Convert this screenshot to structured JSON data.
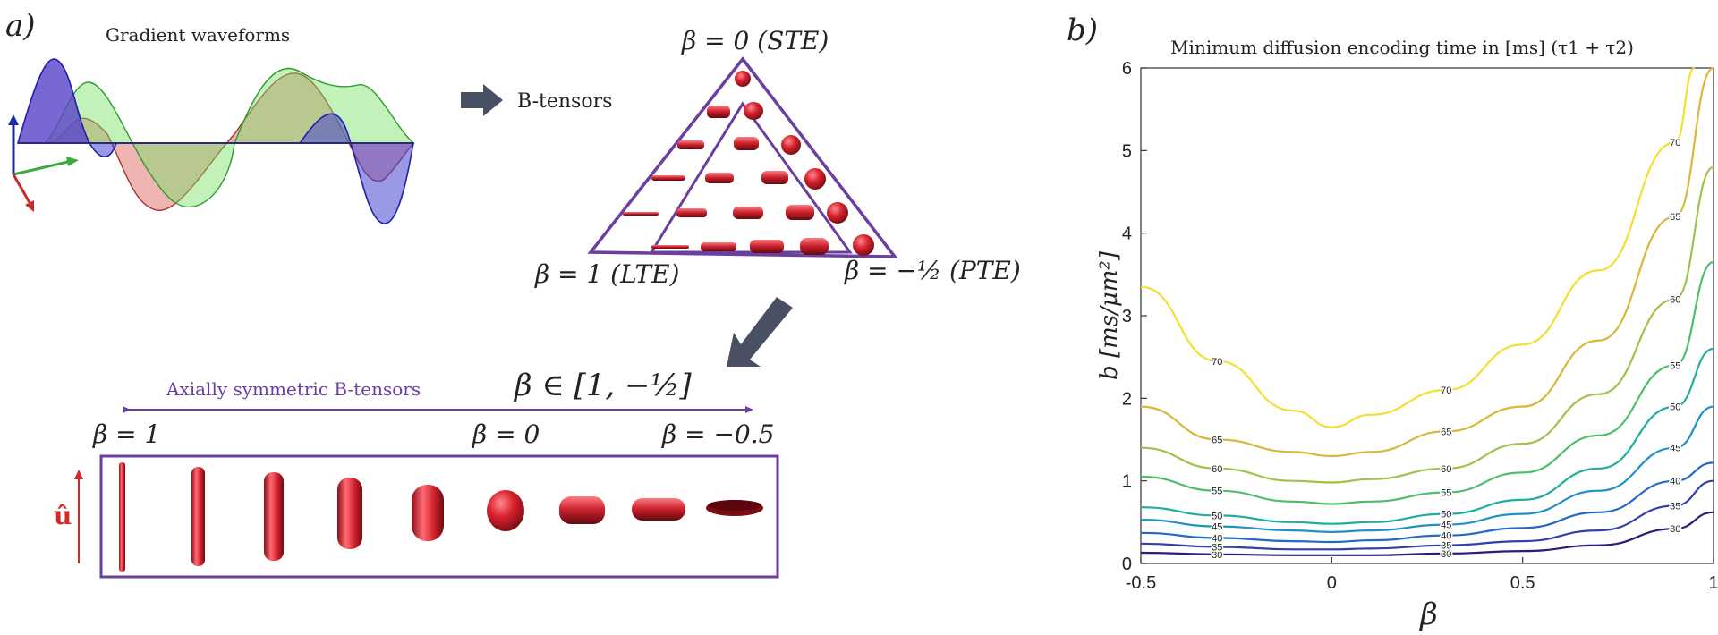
{
  "panel_a": {
    "label": "a)",
    "waveforms_title": "Gradient waveforms",
    "arrow_text": "B-tensors",
    "triangle": {
      "top_label": "β = 0 (STE)",
      "left_label": "β = 1 (LTE)",
      "right_label": "β = −½ (PTE)"
    },
    "axisym": {
      "title": "Axially symmetric B-tensors",
      "range_label": "β ∈ [1, −½]",
      "left_label": "β = 1",
      "mid_label": "β = 0",
      "right_label": "β = −0.5",
      "axis_label": "û"
    },
    "colors": {
      "wave_blue": "#3f3fd0",
      "wave_red": "#c24a45",
      "wave_green": "#3fae3f",
      "tensor_red": "#c8202a",
      "frame_purple": "#6b3fa0",
      "arrow_gray": "#4a5063"
    }
  },
  "panel_b": {
    "label": "b)",
    "chart_data": {
      "type": "contour",
      "title": "Minimum diffusion encoding time in [ms] (τ1 + τ2)",
      "xlabel": "β",
      "ylabel": "b [ms/μm²]",
      "xlim": [
        -0.5,
        1
      ],
      "ylim": [
        0,
        6
      ],
      "xticks": [
        "-0.5",
        "0",
        "0.5",
        "1"
      ],
      "yticks": [
        "0",
        "1",
        "2",
        "3",
        "4",
        "5",
        "6"
      ],
      "grid": false,
      "series": [
        {
          "name": "30",
          "color": "#2b1b7a",
          "x": [
            -0.5,
            -0.3,
            -0.1,
            0,
            0.1,
            0.3,
            0.5,
            0.7,
            0.9,
            1.0
          ],
          "y": [
            0.13,
            0.11,
            0.1,
            0.1,
            0.1,
            0.12,
            0.15,
            0.22,
            0.42,
            0.62
          ]
        },
        {
          "name": "35",
          "color": "#3040a8",
          "x": [
            -0.5,
            -0.3,
            -0.1,
            0,
            0.1,
            0.3,
            0.5,
            0.7,
            0.9,
            1.0
          ],
          "y": [
            0.24,
            0.2,
            0.17,
            0.17,
            0.18,
            0.22,
            0.27,
            0.4,
            0.7,
            1.0
          ]
        },
        {
          "name": "40",
          "color": "#2468c8",
          "x": [
            -0.5,
            -0.3,
            -0.1,
            0,
            0.1,
            0.3,
            0.5,
            0.7,
            0.9,
            1.0
          ],
          "y": [
            0.37,
            0.31,
            0.27,
            0.26,
            0.28,
            0.34,
            0.43,
            0.62,
            1.0,
            1.22
          ]
        },
        {
          "name": "45",
          "color": "#1f90c8",
          "x": [
            -0.5,
            -0.3,
            -0.1,
            0,
            0.1,
            0.3,
            0.5,
            0.7,
            0.9,
            1.0
          ],
          "y": [
            0.53,
            0.45,
            0.4,
            0.38,
            0.4,
            0.47,
            0.6,
            0.88,
            1.4,
            1.9
          ]
        },
        {
          "name": "50",
          "color": "#20ad9e",
          "x": [
            -0.5,
            -0.3,
            -0.1,
            0,
            0.1,
            0.3,
            0.5,
            0.7,
            0.9,
            1.0
          ],
          "y": [
            0.68,
            0.58,
            0.5,
            0.48,
            0.5,
            0.6,
            0.77,
            1.15,
            1.9,
            2.6
          ]
        },
        {
          "name": "55",
          "color": "#4cbf6a",
          "x": [
            -0.5,
            -0.3,
            -0.1,
            0,
            0.1,
            0.3,
            0.5,
            0.7,
            0.9,
            1.0
          ],
          "y": [
            1.05,
            0.88,
            0.75,
            0.72,
            0.75,
            0.86,
            1.1,
            1.55,
            2.4,
            3.65
          ]
        },
        {
          "name": "60",
          "color": "#9ec24a",
          "x": [
            -0.5,
            -0.3,
            -0.1,
            0,
            0.1,
            0.3,
            0.5,
            0.7,
            0.9,
            1.0
          ],
          "y": [
            1.4,
            1.15,
            1.0,
            0.98,
            1.02,
            1.15,
            1.45,
            2.05,
            3.2,
            4.8
          ]
        },
        {
          "name": "65",
          "color": "#d6b83a",
          "x": [
            -0.5,
            -0.3,
            -0.1,
            0,
            0.1,
            0.3,
            0.5,
            0.7,
            0.9,
            1.0
          ],
          "y": [
            1.9,
            1.5,
            1.35,
            1.3,
            1.35,
            1.6,
            1.9,
            2.7,
            4.2,
            6.0
          ]
        },
        {
          "name": "70",
          "color": "#f0e030",
          "x": [
            -0.5,
            -0.3,
            -0.1,
            0,
            0.1,
            0.3,
            0.5,
            0.7,
            0.9,
            0.95
          ],
          "y": [
            3.35,
            2.45,
            1.85,
            1.65,
            1.8,
            2.1,
            2.65,
            3.55,
            5.1,
            6.0
          ]
        }
      ]
    }
  }
}
